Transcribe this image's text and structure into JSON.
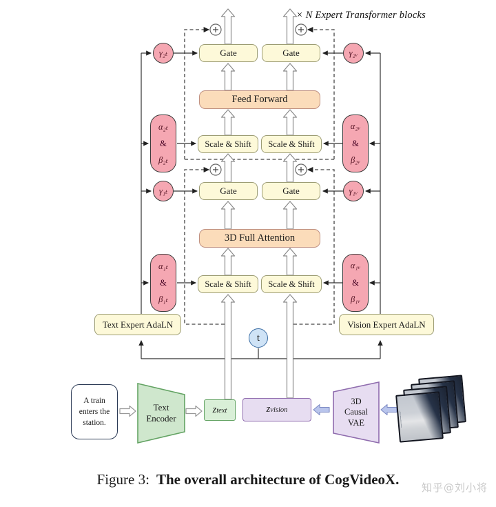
{
  "figure": {
    "top_label": "× N Expert Transformer blocks",
    "caption_prefix": "Figure 3:",
    "caption_bold": "The overall architecture of CogVideoX.",
    "watermark": "知乎@刘小将"
  },
  "blocks": {
    "ff": {
      "gate_left": "Gate",
      "gate_right": "Gate",
      "core": "Feed Forward",
      "scale_left": "Scale & Shift",
      "scale_right": "Scale & Shift"
    },
    "attn": {
      "gate_left": "Gate",
      "gate_right": "Gate",
      "core": "3D Full Attention",
      "scale_left": "Scale & Shift",
      "scale_right": "Scale & Shift"
    }
  },
  "params": {
    "g2t": "γ₂ₜ",
    "g2v": "γ₂ᵥ",
    "g1t": "γ₁ₜ",
    "g1v": "γ₁ᵥ",
    "a2t": "α₂ₜ",
    "b2t": "β₂ₜ",
    "a2v": "α₂ᵥ",
    "b2v": "β₂ᵥ",
    "a1t": "α₁ₜ",
    "b1t": "β₁ₜ",
    "a1v": "α₁ᵥ",
    "b1v": "β₁ᵥ",
    "amp": "&"
  },
  "adaln": {
    "text": "Text Expert AdaLN",
    "vision": "Vision Expert AdaLN"
  },
  "timestep": "t",
  "bottom": {
    "prompt": "A train enters the station.",
    "text_encoder_lines": [
      "Text",
      "Encoder"
    ],
    "z_text_main": "z",
    "z_text_sub": "text",
    "z_vision_main": "z",
    "z_vision_sub": "vision",
    "vae_lines": [
      "3D",
      "Causal",
      "VAE"
    ]
  },
  "colors": {
    "gate_fill": "#fdf9d9",
    "gate_border": "#9c9c74",
    "core_fill": "#fbdcba",
    "core_border": "#c09181",
    "param_fill": "#f5a7b2",
    "timestep_fill": "#cfe3f6",
    "encoder_fill": "#cfe7cd",
    "encoder_border": "#63a363",
    "vae_fill": "#e7ddf1",
    "vae_border": "#8f6cae",
    "blue_arrow": "#b9c5ec"
  }
}
